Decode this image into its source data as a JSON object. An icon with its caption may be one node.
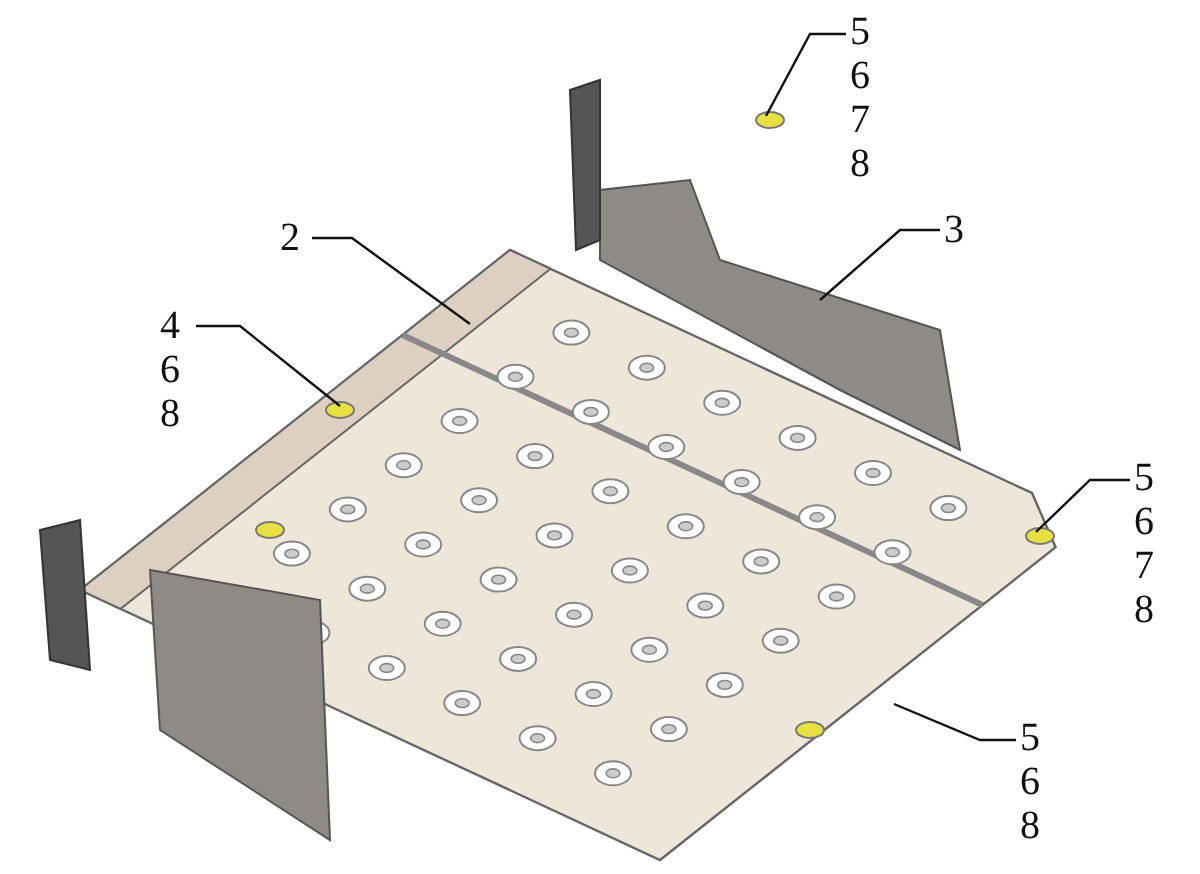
{
  "diagram": {
    "nodes": [
      {
        "text": [
          "5 6 7 8"
        ]
      },
      {
        "text": [
          "2"
        ]
      },
      {
        "text": [
          "3"
        ]
      },
      {
        "text": [
          "4 6 8"
        ]
      },
      {
        "text": [
          "5 6 7 8"
        ]
      },
      {
        "text": [
          "5 6 8"
        ]
      }
    ],
    "edges": [
      {
        "from": 0,
        "to": null,
        "arrow": "none"
      },
      {
        "from": 1,
        "to": null,
        "arrow": "none"
      },
      {
        "from": 2,
        "to": null,
        "arrow": "none"
      },
      {
        "from": 3,
        "to": null,
        "arrow": "none"
      },
      {
        "from": 4,
        "to": null,
        "arrow": "none"
      },
      {
        "from": 5,
        "to": null,
        "arrow": "none"
      }
    ]
  }
}
